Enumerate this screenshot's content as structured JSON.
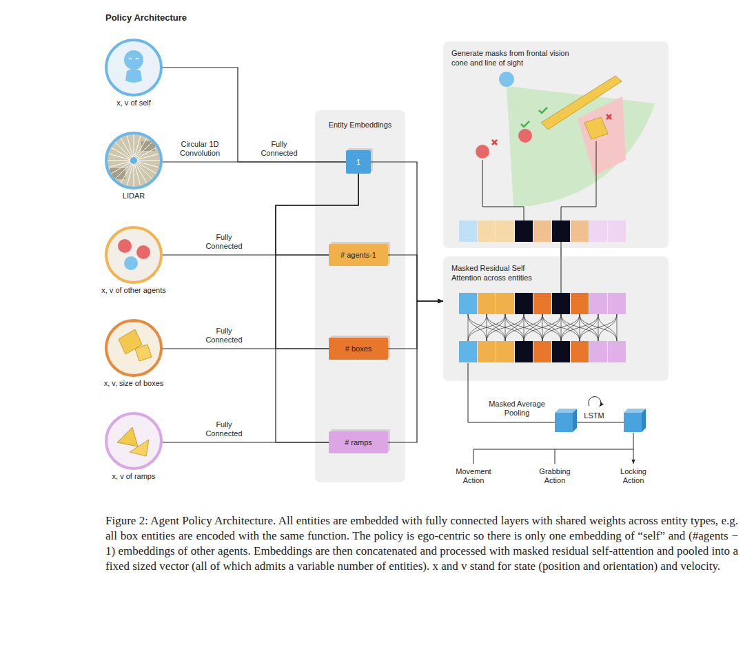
{
  "diagram": {
    "title": "Policy Architecture",
    "caption": "Figure 2: Agent Policy Architecture. All entities are embedded with fully connected layers with shared weights across entity types, e.g. all box entities are encoded with the same function. The policy is ego-centric so there is only one embedding of “self” and (#agents − 1) embeddings of other agents. Embeddings are then concatenated and processed with masked residual self-attention and pooled into a fixed sized vector (all of which admits a variable number of entities). x and v stand for state (position and orientation) and velocity.",
    "nodes": [
      {
        "text": [
          "x, v of self"
        ]
      },
      {
        "text": [
          "LIDAR"
        ]
      },
      {
        "text": [
          "x, v of other agents"
        ]
      },
      {
        "text": [
          "x, v, size of boxes"
        ]
      },
      {
        "text": [
          "x, v of ramps"
        ]
      },
      {
        "text": [
          "Entity Embeddings"
        ]
      },
      {
        "text": [
          "1"
        ],
        "in": 5
      },
      {
        "text": [
          "# agents-1"
        ],
        "in": 5
      },
      {
        "text": [
          "# boxes"
        ],
        "in": 5
      },
      {
        "text": [
          "# ramps"
        ],
        "in": 5
      },
      {
        "text": [
          "Generate masks from frontal vision cone and line of sight"
        ]
      },
      {
        "text": [
          "Masked Residual Self Attention across entities"
        ]
      }
    ],
    "edges": [
      {
        "from": 0,
        "to": 6,
        "arrow": "none",
        "label": "Fully Connected"
      },
      {
        "from": 1,
        "to": 6,
        "arrow": "none",
        "label": "Circular 1D Convolution"
      },
      {
        "from": 2,
        "to": 7,
        "arrow": "none",
        "label": "Fully Connected"
      },
      {
        "from": 3,
        "to": 8,
        "arrow": "none",
        "label": "Fully Connected"
      },
      {
        "from": 4,
        "to": 9,
        "arrow": "none",
        "label": "Fully Connected"
      },
      {
        "from": 6,
        "to": 7,
        "arrow": "none"
      },
      {
        "from": 6,
        "to": 8,
        "arrow": "none"
      },
      {
        "from": 6,
        "to": 9,
        "arrow": "none"
      },
      {
        "from": 6,
        "to": 11,
        "arrow": "to"
      },
      {
        "from": 7,
        "to": 11,
        "arrow": "to"
      },
      {
        "from": 8,
        "to": 11,
        "arrow": "to"
      },
      {
        "from": 9,
        "to": 11,
        "arrow": "to"
      },
      {
        "from": 10,
        "to": 11,
        "arrow": "none"
      }
    ],
    "labels": [
      "Masked Average Pooling",
      "LSTM",
      "Movement Action",
      "Grabbing Action",
      "Locking Action"
    ]
  }
}
